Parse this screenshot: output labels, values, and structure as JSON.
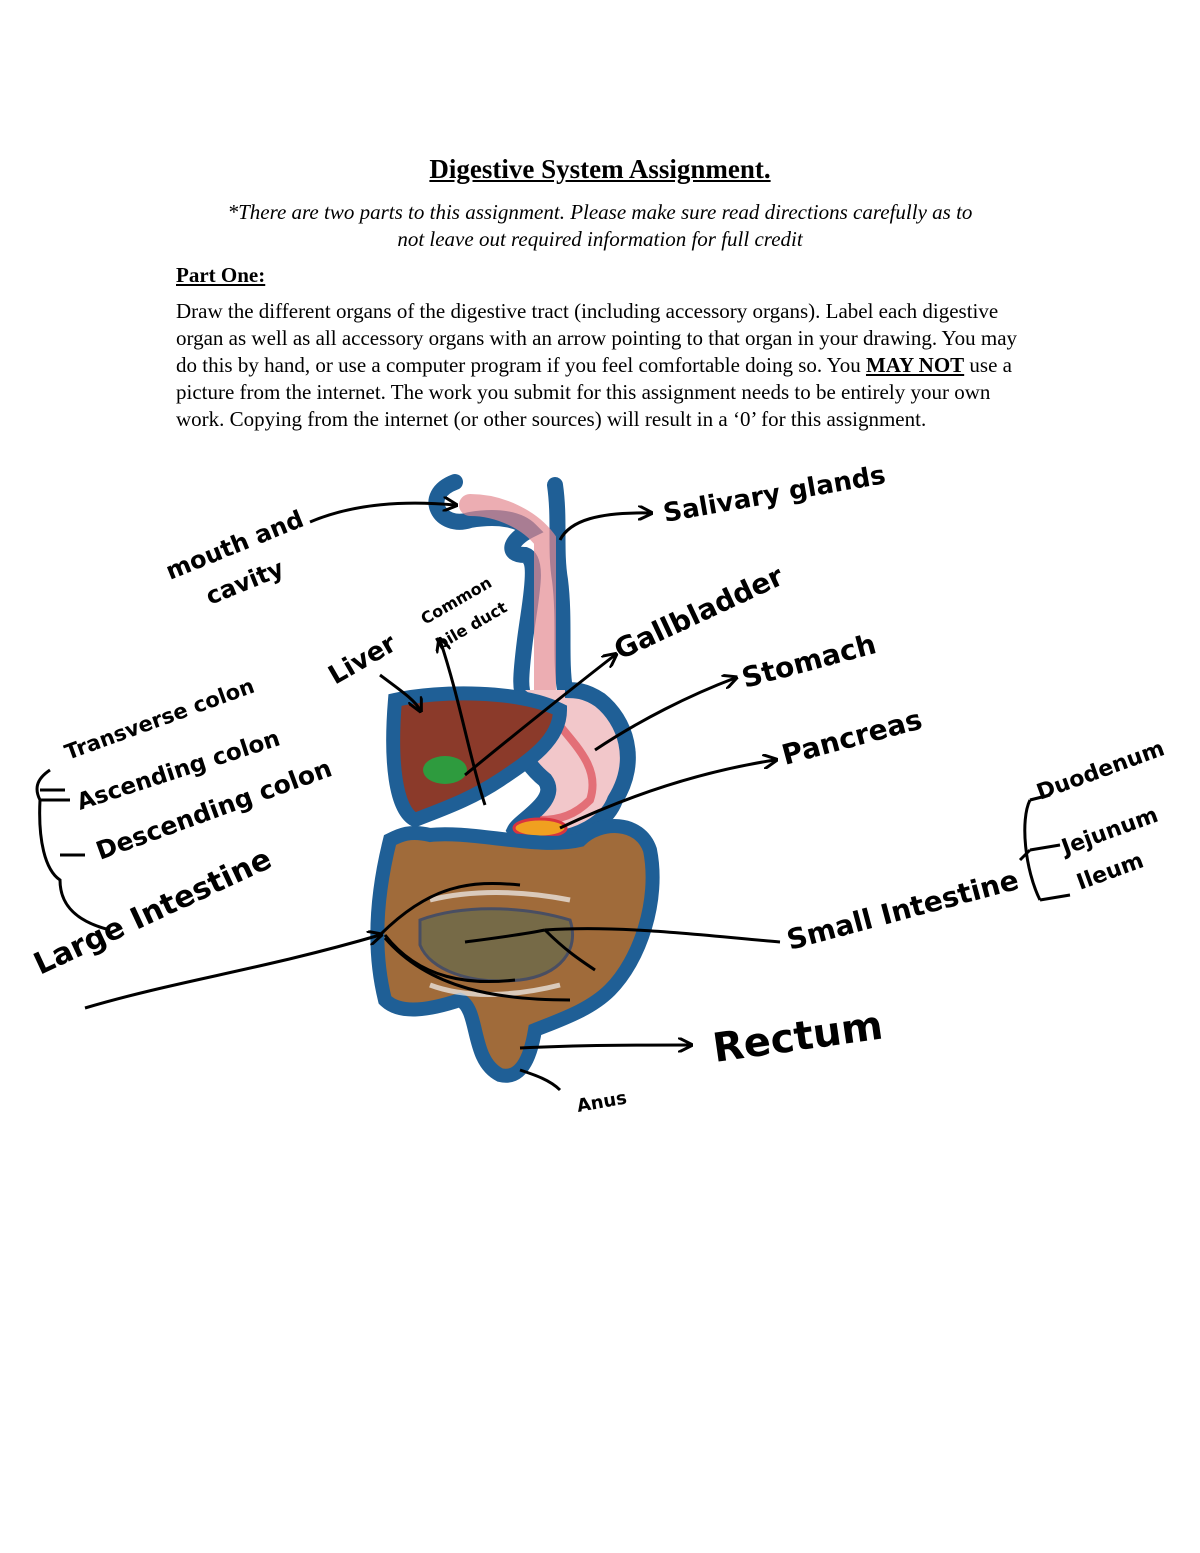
{
  "document": {
    "title": "Digestive System Assignment.",
    "subtitle_line1": "*There are two parts to this assignment. Please make sure read directions carefully as to",
    "subtitle_line2": "not leave out required information for full credit",
    "part_heading": "Part One:",
    "instructions_before": "Draw the different organs of the digestive tract (including accessory organs). Label each digestive organ as well as all accessory organs with an arrow pointing to that organ in your drawing. You may do this by hand, or use a computer program if you feel comfortable doing so. You ",
    "instructions_emphasis": "MAY NOT",
    "instructions_after": " use a picture from the internet. The work you submit for this assignment needs to be entirely your own work. Copying from the internet (or other sources) will result in a ‘0’ for this assignment."
  },
  "drawing_labels": {
    "mouth_line1": "mouth and",
    "mouth_line2": "cavity",
    "salivary": "Salivary glands",
    "liver": "Liver",
    "common_bile_line1": "Common",
    "common_bile_line2": "bile duct",
    "gallbladder": "Gallbladder",
    "stomach": "Stomach",
    "pancreas": "Pancreas",
    "transverse": "Transverse colon",
    "ascending": "Ascending colon",
    "descending": "Descending colon",
    "large_intestine": "Large Intestine",
    "small_intestine": "Small Intestine",
    "duodenum": "Duodenum",
    "jejunum": "Jejunum",
    "ileum": "Ileum",
    "rectum": "Rectum",
    "anus": "Anus"
  },
  "colors": {
    "outline_blue": "#1f5f96",
    "liver_brown": "#8b3a2a",
    "gallbladder_green": "#2e9b3e",
    "intestine_brown": "#a06b3a",
    "stomach_red": "#d9343f",
    "pancreas_orange": "#f0a020"
  }
}
